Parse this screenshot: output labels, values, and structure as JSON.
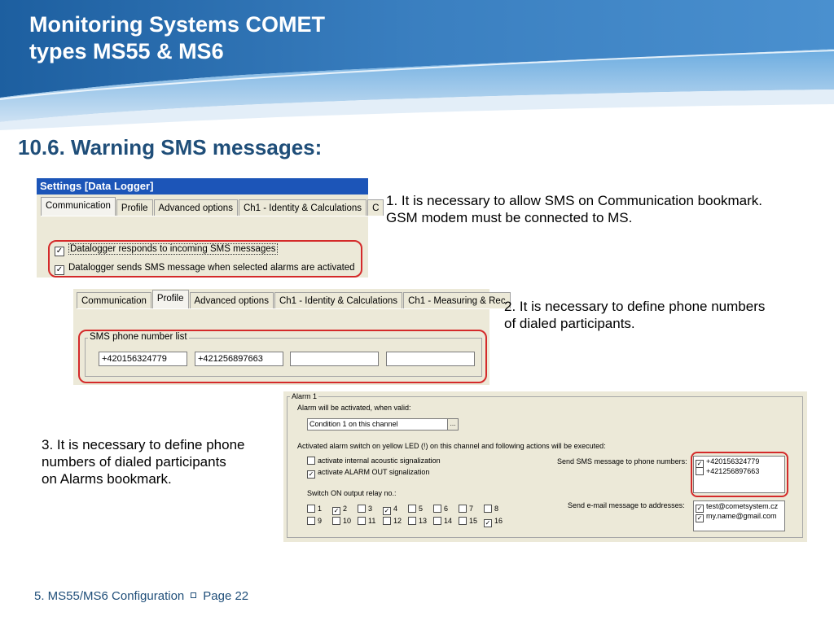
{
  "slide": {
    "title_line1": "Monitoring Systems COMET",
    "title_line2": "types MS55 & MS6",
    "subtitle": "10.6. Warning SMS messages:",
    "note1": "1. It is necessary to allow SMS on Communication bookmark. GSM modem must be connected to MS.",
    "note2": "2. It is necessary to define phone numbers of dialed participants.",
    "note3": "3. It is necessary to define phone numbers of dialed participants on Alarms bookmark.",
    "footer_section": "5. MS55/MS6 Configuration",
    "footer_page": "Page 22"
  },
  "colors": {
    "banner_blue": "#2b6cb0",
    "subtitle_blue": "#1f4e79",
    "highlight_red": "#d42a2a",
    "window_title_blue": "#1c55b8"
  },
  "panel1": {
    "window_title": "Settings [Data Logger]",
    "tabs": [
      "Communication",
      "Profile",
      "Advanced options",
      "Ch1 - Identity & Calculations",
      "C"
    ],
    "sms_incoming": "Datalogger responds to incoming SMS messages",
    "sms_alarm": "Datalogger sends SMS message when selected alarms are activated"
  },
  "panel2": {
    "tabs": [
      "Communication",
      "Profile",
      "Advanced options",
      "Ch1 - Identity & Calculations",
      "Ch1 - Measuring & Rec"
    ],
    "group_label": "SMS phone number list",
    "phones": [
      "+420156324779",
      "+421256897663",
      "",
      ""
    ]
  },
  "panel3": {
    "group_label": "Alarm 1",
    "condition_label": "Alarm will be activated, when valid:",
    "condition_value": "Condition 1 on this channel",
    "combo_button": "...",
    "switch_label": "Activated alarm switch on yellow LED (!) on this channel and following actions will be executed:",
    "acoustic": "activate internal acoustic signalization",
    "alarm_out": "activate ALARM OUT signalization",
    "relay_label": "Switch ON output relay no.:",
    "relays": [
      {
        "n": "1",
        "checked": false
      },
      {
        "n": "2",
        "checked": true
      },
      {
        "n": "3",
        "checked": false
      },
      {
        "n": "4",
        "checked": true
      },
      {
        "n": "5",
        "checked": false
      },
      {
        "n": "6",
        "checked": false
      },
      {
        "n": "7",
        "checked": false
      },
      {
        "n": "8",
        "checked": false
      },
      {
        "n": "9",
        "checked": false
      },
      {
        "n": "10",
        "checked": false
      },
      {
        "n": "11",
        "checked": false
      },
      {
        "n": "12",
        "checked": false
      },
      {
        "n": "13",
        "checked": false
      },
      {
        "n": "14",
        "checked": false
      },
      {
        "n": "15",
        "checked": false
      },
      {
        "n": "16",
        "checked": true
      }
    ],
    "sms_label": "Send SMS message to phone numbers:",
    "sms_numbers": [
      {
        "value": "+420156324779",
        "checked": true
      },
      {
        "value": "+421256897663",
        "checked": false
      }
    ],
    "email_label": "Send e-mail message to addresses:",
    "emails": [
      {
        "value": "test@cometsystem.cz",
        "checked": true
      },
      {
        "value": "my.name@gmail.com",
        "checked": true
      }
    ]
  }
}
